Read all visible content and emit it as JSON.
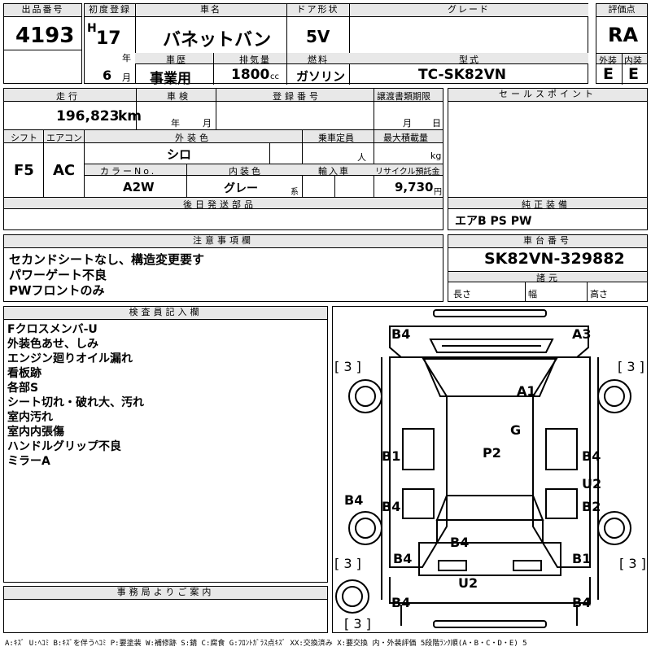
{
  "row1": {
    "lot_label": "出品番号",
    "lot_value": "4193",
    "reg_label": "初度登録",
    "era": "H",
    "year": "17",
    "year_unit": "年",
    "month": "6",
    "month_unit": "月",
    "car_name_label": "車名",
    "car_name": "バネットバン",
    "door_label": "ドア形状",
    "door": "5V",
    "grade_label": "グレード",
    "grade": "",
    "score_label": "評価点",
    "score": "RA",
    "history_label": "車歴",
    "history": "事業用",
    "displacement_label": "排気量",
    "displacement": "1800",
    "displacement_unit": "cc",
    "fuel_label": "燃料",
    "fuel": "ガソリン",
    "model_label": "型式",
    "model": "TC-SK82VN",
    "ext_label": "外装",
    "ext": "E",
    "int_label": "内装",
    "int": "E"
  },
  "row2": {
    "mileage_label": "走行",
    "mileage": "196,823",
    "mileage_unit": "km",
    "inspection_label": "車検",
    "insp_year_unit": "年",
    "insp_month_unit": "月",
    "regno_label": "登録番号",
    "transfer_label": "譲渡書類期限",
    "transfer_month_unit": "月",
    "transfer_day_unit": "日",
    "shift_label": "シフト",
    "shift": "F5",
    "aircon_label": "エアコン",
    "aircon": "AC",
    "color_label": "外装色",
    "color": "シロ",
    "capacity_label": "乗車定員",
    "capacity_unit": "人",
    "load_label": "最大積載量",
    "load_unit": "kg",
    "color_no_label": "カラーNo.",
    "color_no": "A2W",
    "int_color_label": "内装色",
    "int_color": "グレー",
    "int_color_suffix": "系",
    "import_label": "輸入車",
    "recycle_label": "リサイクル預託金",
    "recycle": "9,730",
    "recycle_unit": "円",
    "later_label": "後日発送部品",
    "sales_label": "セールスポイント",
    "equip_label": "純正装備",
    "equip": "エアB PS PW"
  },
  "notes": {
    "label": "注意事項欄",
    "lines": [
      "セカンドシートなし、構造変更要す",
      "パワーゲート不良",
      "PWフロントのみ"
    ]
  },
  "chassis": {
    "label": "車台番号",
    "value": "SK82VN-329882",
    "spec_label": "諸元",
    "length": "長さ",
    "width": "幅",
    "height": "高さ"
  },
  "inspector": {
    "label": "検査員記入欄",
    "lines": [
      "Fクロスメンバ-U",
      "外装色あせ、しみ",
      "エンジン廻りオイル漏れ",
      "看板跡",
      "各部S",
      "シート切れ・破れ大、汚れ",
      "室内汚れ",
      "室内内張傷",
      "ハンドルグリップ不良",
      "ミラーA"
    ]
  },
  "office": {
    "label": "事務局よりご案内"
  },
  "diagram": {
    "tyre_marks": [
      "3",
      "3",
      "3",
      "3",
      "3"
    ],
    "marks": [
      "B4",
      "A3",
      "A1",
      "G",
      "B1",
      "P2",
      "B4",
      "U2",
      "B4",
      "B4",
      "B2",
      "B4",
      "B4",
      "B1",
      "U2",
      "B4",
      "B4"
    ]
  },
  "legend": "A:ｷｽﾞ U:ﾍｺﾐ B:ｷｽﾞを伴うﾍｺﾐ P:要塗装 W:補修跡 S:錆 C:腐食 G:ﾌﾛﾝﾄｶﾞﾗｽ点ｷｽﾞ XX:交換済み X:要交換 内・外装評価 5段階ﾗﾝｸ順(A・B・C・D・E) 5"
}
